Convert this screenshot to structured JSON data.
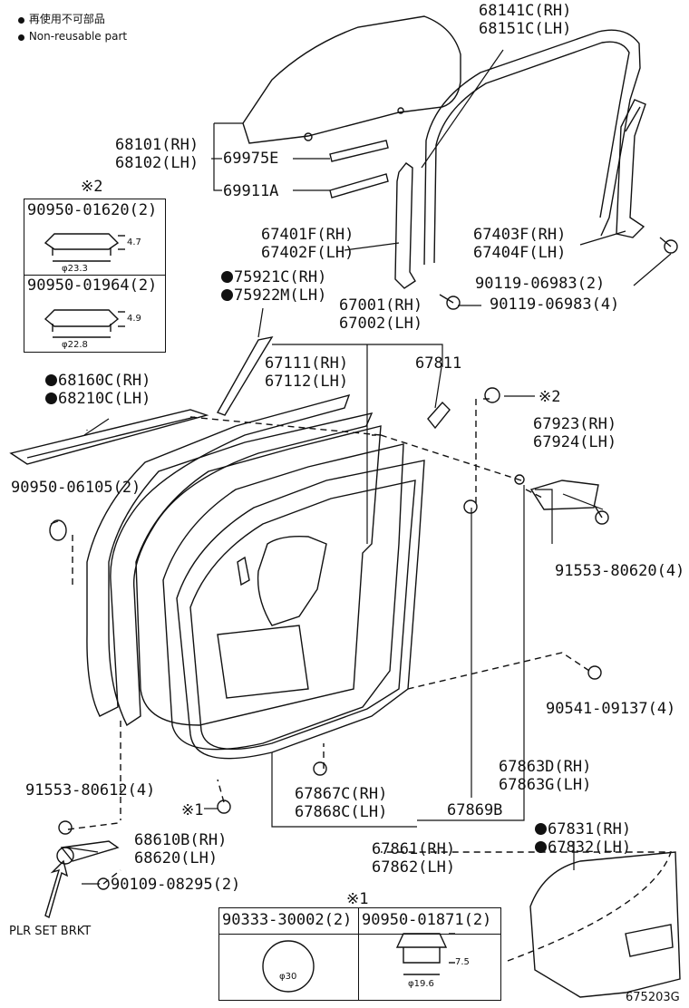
{
  "legend": {
    "reusable_jp": "再使用不可部品",
    "reusable_en": "Non-reusable part"
  },
  "labels": {
    "p68141": "68141C(RH)",
    "p68151": "68151C(LH)",
    "p68101": "68101(RH)",
    "p68102": "68102(LH)",
    "p69975": "69975E",
    "p69911": "69911A",
    "p67401": "67401F(RH)",
    "p67402": "67402F(LH)",
    "p67403": "67403F(RH)",
    "p67404": "67404F(LH)",
    "p90119a": "90119-06983(2)",
    "p90119b": "90119-06983(4)",
    "p75921": "75921C(RH)",
    "p75922": "75922M(LH)",
    "p67001": "67001(RH)",
    "p67002": "67002(LH)",
    "p67111": "67111(RH)",
    "p67112": "67112(LH)",
    "p67811": "67811",
    "p68160": "68160C(RH)",
    "p68210": "68210C(LH)",
    "p90950_06105": "90950-06105(2)",
    "p67923": "67923(RH)",
    "p67924": "67924(LH)",
    "p91553_80620": "91553-80620(4)",
    "p90541": "90541-09137(4)",
    "p67863d": "67863D(RH)",
    "p67863g": "67863G(LH)",
    "p91553_80612": "91553-80612(4)",
    "p67867": "67867C(RH)",
    "p67868": "67868C(LH)",
    "p67869": "67869B",
    "p68610": "68610B(RH)",
    "p68620": "68620(LH)",
    "p90109": "90109-08295(2)",
    "p67861": "67861(RH)",
    "p67862": "67862(LH)",
    "p67831": "67831(RH)",
    "p67832": "67832(LH)",
    "plr": "PLR SET BRKT",
    "ref_x2": "※2",
    "ref_x1": "※1",
    "ref_x1_small": "※1",
    "code": "675203G"
  },
  "box_x2": {
    "title": "※2",
    "row1_part": "90950-01620(2)",
    "row1_h": "4.7",
    "row1_d": "φ23.3",
    "row2_part": "90950-01964(2)",
    "row2_h": "4.9",
    "row2_d": "φ22.8"
  },
  "box_x1": {
    "title": "※1",
    "col1_part": "90333-30002(2)",
    "col1_d": "φ30",
    "col2_part": "90950-01871(2)",
    "col2_h": "7.5",
    "col2_d": "φ19.6"
  }
}
